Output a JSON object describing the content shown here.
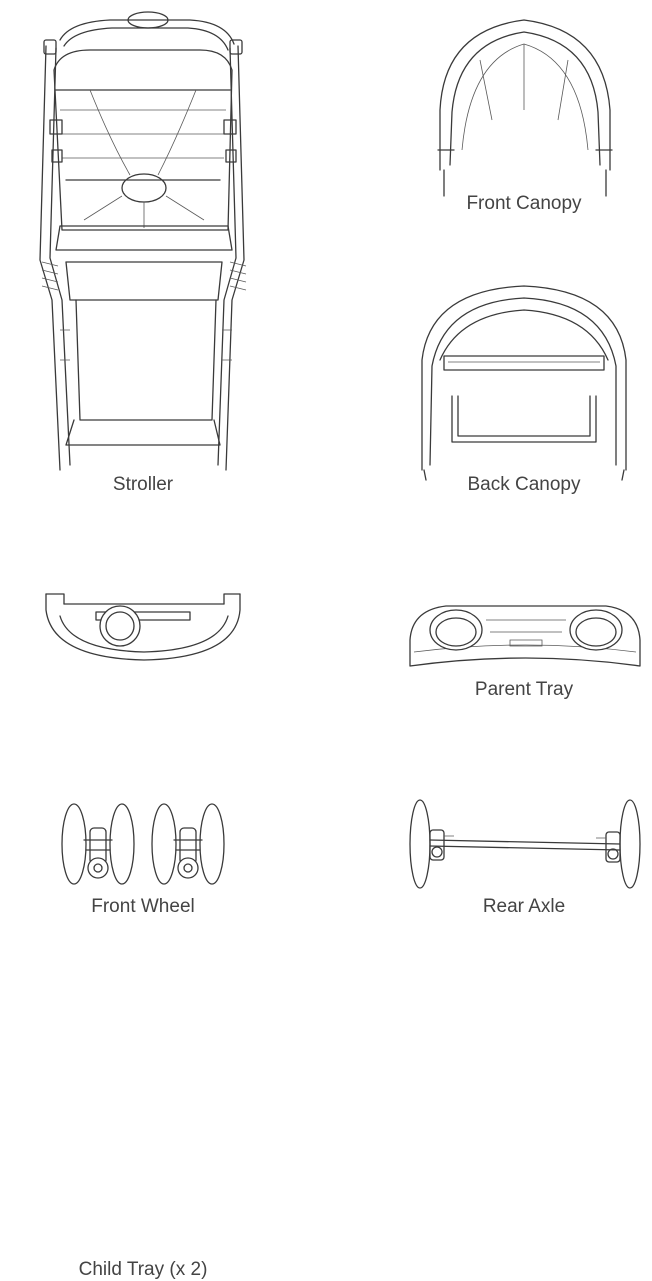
{
  "parts": [
    {
      "id": "stroller",
      "label": "Stroller",
      "icon": "stroller-icon"
    },
    {
      "id": "front-canopy",
      "label": "Front Canopy",
      "icon": "front-canopy-icon"
    },
    {
      "id": "back-canopy",
      "label": "Back Canopy",
      "icon": "back-canopy-icon"
    },
    {
      "id": "child-tray",
      "label": "Child Tray (x 2)",
      "icon": "child-tray-icon"
    },
    {
      "id": "parent-tray",
      "label": "Parent Tray",
      "icon": "parent-tray-icon"
    },
    {
      "id": "front-wheel",
      "label": "Front Wheel",
      "icon": "front-wheel-icon"
    },
    {
      "id": "rear-axle",
      "label": "Rear Axle",
      "icon": "rear-axle-icon"
    }
  ],
  "colors": {
    "line": "#3a3a3a",
    "text": "#444444",
    "background": "#ffffff"
  }
}
